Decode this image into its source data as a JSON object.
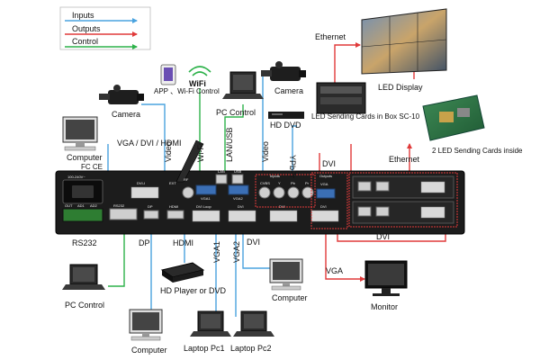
{
  "legend": {
    "inputs": "Inputs",
    "outputs": "Outputs",
    "control": "Control"
  },
  "colors": {
    "inputs": "#4aa3df",
    "outputs": "#e03a3a",
    "control": "#2db24a",
    "device": "#1c1c1c"
  },
  "labels": {
    "camera_left": "Camera",
    "app_wifi": "APP 、Wi-Fi Control",
    "wifi_logo": "WiFi",
    "pc_control_top": "PC Control",
    "camera_right": "Camera",
    "ethernet_top": "Ethernet",
    "led_display": "LED Display",
    "led_box": "LED Sending Cards in Box SC-10",
    "hd_dvd": "HD DVD",
    "computer_left": "Computer",
    "vga_dvi_hdmi": "VGA / DVI / HDMI",
    "video_left": "Video",
    "wifi_vertical": "Wi-Fi",
    "lan_usb": "LAN/USB",
    "video_right": "Video",
    "ypbpr": "YPbPr",
    "dvi_top": "DVI",
    "ethernet_right": "Ethernet",
    "led_cards_inside": "2 LED Sending Cards inside",
    "rs232": "RS232",
    "dp": "DP",
    "hdmi": "HDMI",
    "vga1": "VGA1",
    "vga2": "VGA2",
    "dvi_bottom": "DVI",
    "dvi_right": "DVI",
    "vga_monitor": "VGA",
    "monitor": "Monitor",
    "computer_mid": "Computer",
    "hd_player": "HD Player or DVD",
    "pc_control_bottom": "PC Control",
    "computer_bottom": "Computer",
    "laptop_pc1": "Laptop Pc1",
    "laptop_pc2": "Laptop Pc2"
  },
  "panel": {
    "power": "100-240V~",
    "dvi_in": "DVI-I",
    "ext": "EXT",
    "rf": "RF",
    "vga1": "VGA1",
    "lan": "LAN",
    "usb": "USB",
    "vga2": "VGA2",
    "inputs": "Inputs",
    "outputs": "Outputs",
    "vga_out": "VGA",
    "dvi_loop": "DVI Loop",
    "dvi2": "DVI",
    "dvi_out1": "DVI",
    "dvi_out2": "DVI",
    "out": "OUT",
    "ad1": "AD1",
    "ad2": "AD2",
    "rs232": "RS232",
    "dp": "DP",
    "hdmi": "HDMI",
    "cvbs": "CVBS",
    "y": "Y",
    "pb": "Pb",
    "pr": "Pr",
    "fc": "FC CE"
  }
}
